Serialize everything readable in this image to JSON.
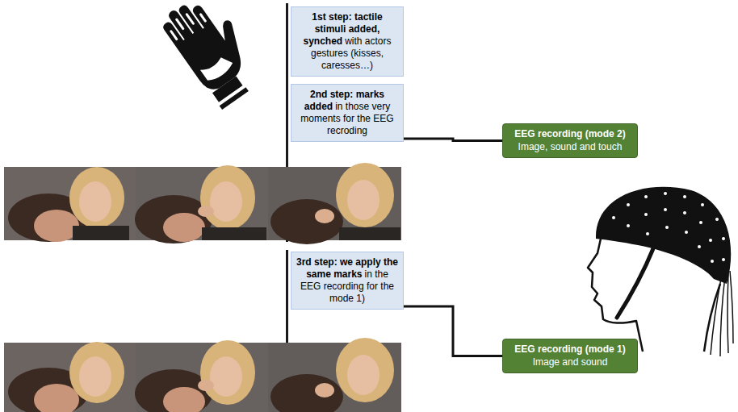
{
  "diagram": {
    "nodes": [
      {
        "text": [
          "1st step: tactile stimuli added, synched",
          "with actors gestures (kisses, caresses…)"
        ]
      },
      {
        "text": [
          "2nd step: marks added",
          "in those very moments for the EEG recroding"
        ]
      },
      {
        "text": [
          "EEG recording (mode 2)",
          "Image, sound and touch"
        ]
      },
      {
        "text": [
          "3rd step: we apply the same marks",
          "in the EEG recording for the mode 1)"
        ]
      },
      {
        "text": [
          "EEG recording (mode 1)",
          "Image and sound"
        ]
      }
    ],
    "edges": [
      {
        "from": 1,
        "to": 2,
        "arrow": "none"
      },
      {
        "from": 3,
        "to": 4,
        "arrow": "none"
      }
    ]
  }
}
